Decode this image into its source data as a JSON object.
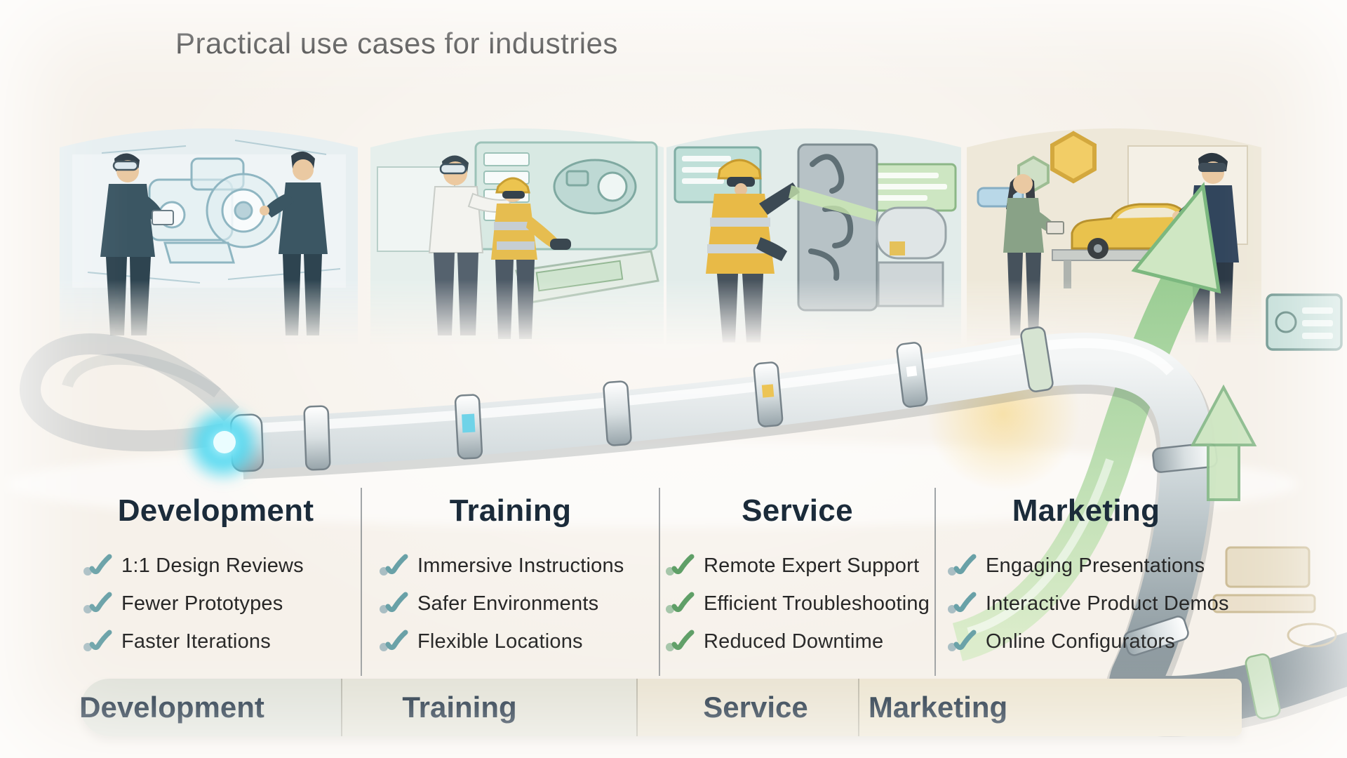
{
  "title": "Practical use cases for industries",
  "columns": [
    {
      "header": "Development",
      "footer_label": "Development",
      "check_color": "#69a1a7",
      "dot_color": "#a9bec3",
      "items": [
        "1:1 Design Reviews",
        "Fewer Prototypes",
        "Faster Iterations"
      ]
    },
    {
      "header": "Training",
      "footer_label": "Training",
      "check_color": "#69a1a7",
      "dot_color": "#a9bec3",
      "items": [
        "Immersive Instructions",
        "Safer Environments",
        "Flexible Locations"
      ]
    },
    {
      "header": "Service",
      "footer_label": "Service",
      "check_color": "#5f9f67",
      "dot_color": "#a6c6aa",
      "items": [
        "Remote Expert Support",
        "Efficient Troubleshooting",
        "Reduced Downtime"
      ]
    },
    {
      "header": "Marketing",
      "footer_label": "Marketing",
      "check_color": "#69a1a7",
      "dot_color": "#a9bec3",
      "items": [
        "Engaging Presentations",
        "Interactive Product Demos",
        "Online Configurators"
      ]
    }
  ],
  "panels": [
    {
      "name": "development-scene"
    },
    {
      "name": "training-scene"
    },
    {
      "name": "service-scene"
    },
    {
      "name": "marketing-scene"
    }
  ],
  "colors": {
    "background": "#f6f1ea",
    "heading_text": "#1b2b3a",
    "list_text": "#272727",
    "pipe_glow_cyan": "#4fd8f0",
    "growth_arrow_green": "#8fc98a",
    "highlight_yellow": "#ecc455"
  }
}
